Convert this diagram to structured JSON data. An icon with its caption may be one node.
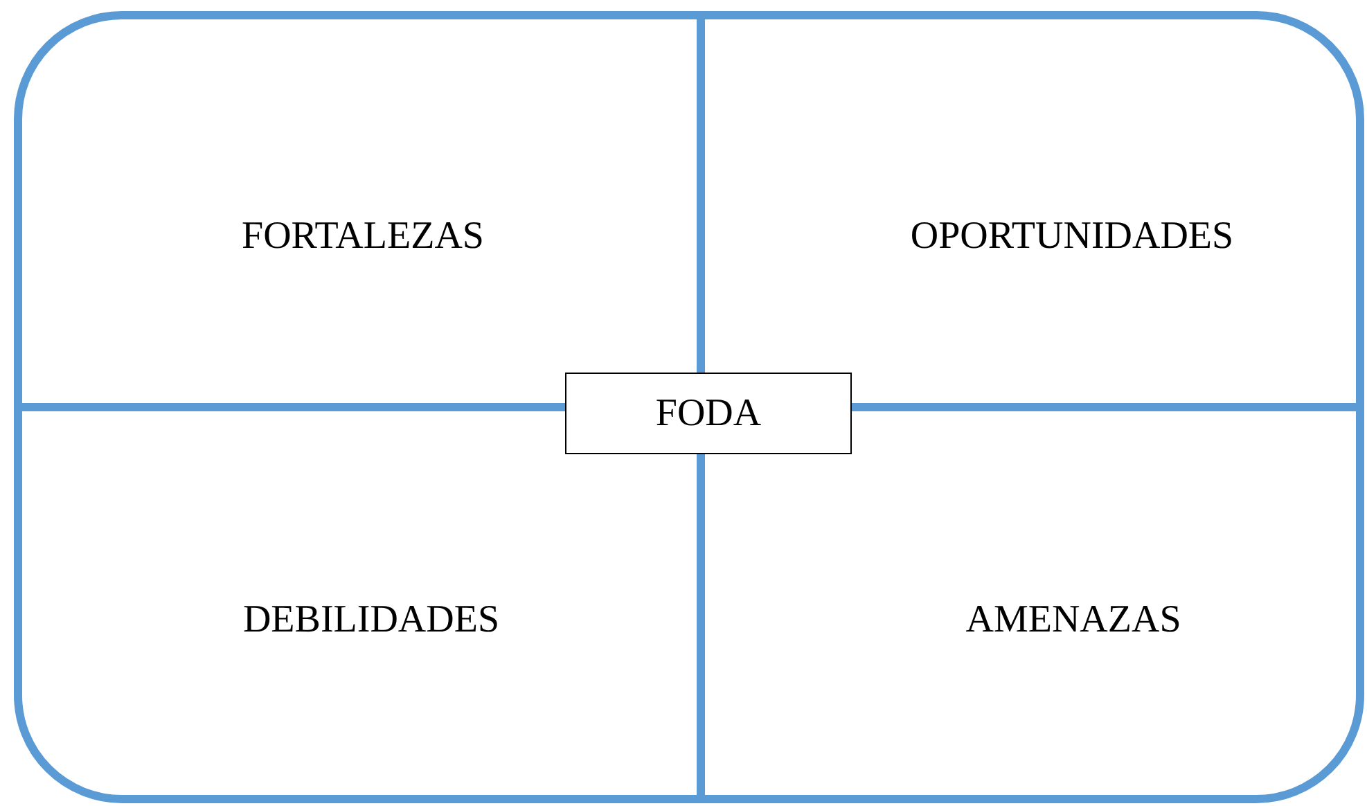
{
  "diagram": {
    "nodes": [
      {
        "text": [],
        "shape": "box"
      },
      {
        "text": [
          "FORTALEZAS"
        ],
        "in": 0
      },
      {
        "text": [
          "OPORTUNIDADES"
        ],
        "in": 0
      },
      {
        "text": [
          "FODA"
        ],
        "in": 0
      },
      {
        "text": [
          "DEBILIDADES"
        ],
        "in": 0
      },
      {
        "text": [
          "AMENAZAS"
        ],
        "in": 0
      }
    ]
  }
}
